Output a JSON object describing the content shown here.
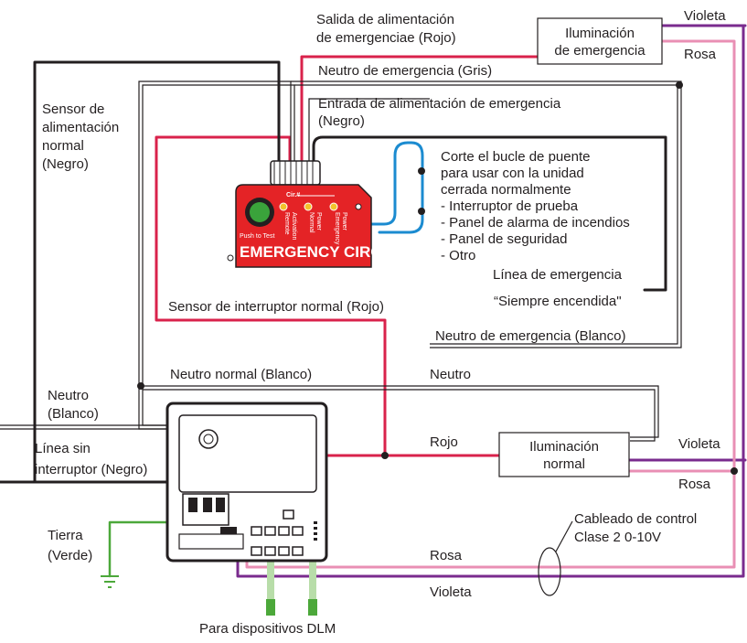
{
  "colors": {
    "violet": "#7a2b8e",
    "pink": "#e98fb4",
    "red": "#d9224b",
    "green": "#4ca83a",
    "blue": "#1b8bd0",
    "black": "#231f20",
    "panel_red": "#e42326"
  },
  "labels": {
    "emergency_power_output": [
      "Salida de alimentación",
      "de emergenciae (Rojo)"
    ],
    "emergency_neutral_gray": "Neutro de emergencia (Gris)",
    "emergency_power_input": [
      "Entrada de alimentación de emergencia",
      "(Negro)"
    ],
    "normal_power_sensor": [
      "Sensor de",
      "alimentación",
      "normal",
      "(Negro)"
    ],
    "loop_instructions": [
      "Corte el bucle de puente",
      "para usar con la unidad",
      "cerrada normalmente",
      "- Interruptor de prueba",
      "- Panel de alarma de incendios",
      "- Panel de seguridad",
      "- Otro"
    ],
    "emergency_line": "Línea de emergencia",
    "always_on": "“Siempre encendida\"",
    "normal_switch_sensor": "Sensor de interruptor normal (Rojo)",
    "emergency_neutral_white": "Neutro de emergencia (Blanco)",
    "normal_neutral_white": "Neutro normal (Blanco)",
    "neutral": "Neutro",
    "neutral_white_left": [
      "Neutro",
      "(Blanco)"
    ],
    "unswitched_line": [
      "Línea sin",
      "interruptor (Negro)"
    ],
    "red": "Rojo",
    "violet_top": "Violeta",
    "pink_top": "Rosa",
    "violet_mid": "Violeta",
    "pink_mid": "Rosa",
    "control_wiring": [
      "Cableado de control",
      "Clase 2 0-10V"
    ],
    "ground": [
      "Tierra",
      "(Verde)"
    ],
    "pink_bottom": "Rosa",
    "violet_bottom": "Violeta",
    "dlm_devices": "Para dispositivos DLM"
  },
  "boxes": {
    "emergency_lighting": [
      "Iluminación",
      "de emergencia"
    ],
    "normal_lighting": [
      "Iluminación",
      "normal"
    ]
  },
  "panel": {
    "title": "EMERGENCY CIRCUIT",
    "push_to_test": "Push to Test",
    "cir": "Cir.#",
    "indicator_1": [
      "Remote",
      "Activation"
    ],
    "indicator_2": [
      "Normal",
      "Power"
    ],
    "indicator_3": [
      "Emergency",
      "Power"
    ]
  }
}
